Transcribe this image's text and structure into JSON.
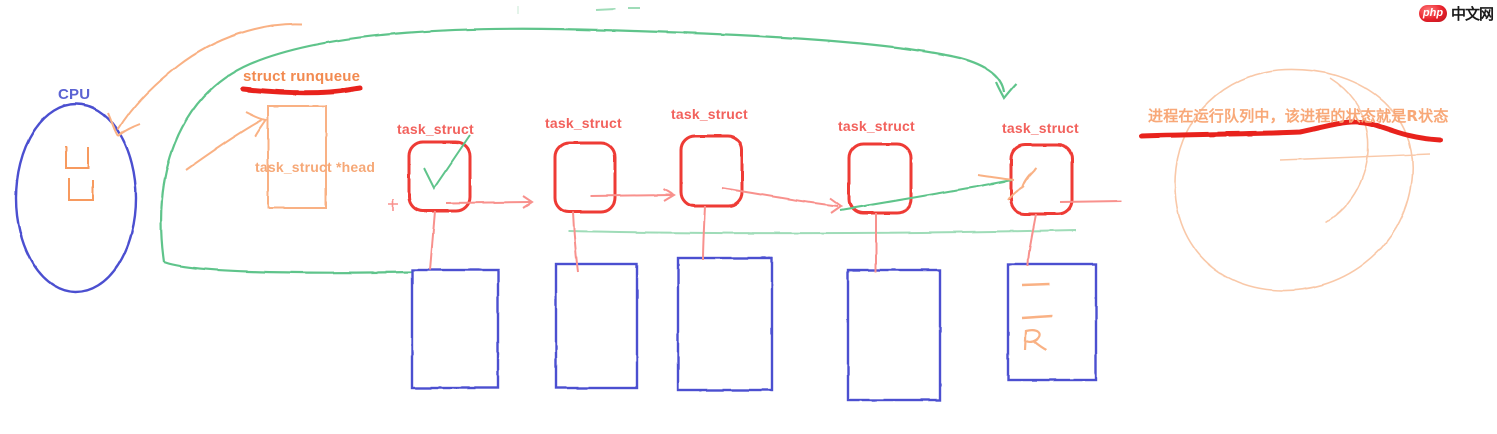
{
  "diagram": {
    "title": "Linux runqueue / task_struct linked list whiteboard sketch",
    "background_color": "#ffffff",
    "colors": {
      "blue": "#4b4fd0",
      "red": "#ee3a36",
      "light_red": "#f8918d",
      "orange": "#f79a5e",
      "light_orange": "#f9b184",
      "green": "#5fc48b",
      "thick_red": "#e8231f"
    },
    "cpu": {
      "label": "CPU",
      "marks": [
        "square-mark-1",
        "square-mark-2"
      ]
    },
    "runqueue": {
      "title": "struct runqueue",
      "field_label": "task_struct *head",
      "underline": "thick-red-underline"
    },
    "nodes": [
      {
        "label": "task_struct",
        "annotation": "check-mark"
      },
      {
        "label": "task_struct",
        "annotation": ""
      },
      {
        "label": "task_struct",
        "annotation": ""
      },
      {
        "label": "task_struct",
        "annotation": ""
      },
      {
        "label": "task_struct",
        "annotation": ""
      }
    ],
    "pcb_boxes": [
      {
        "contents": []
      },
      {
        "contents": []
      },
      {
        "contents": []
      },
      {
        "contents": []
      },
      {
        "contents": [
          "line",
          "line",
          "R"
        ]
      }
    ],
    "note": {
      "text": "进程在运行队列中，该进程的状态就是R状态",
      "underline": "thick-red-underline"
    },
    "watermark": {
      "badge": "php",
      "text": "中文网"
    }
  }
}
